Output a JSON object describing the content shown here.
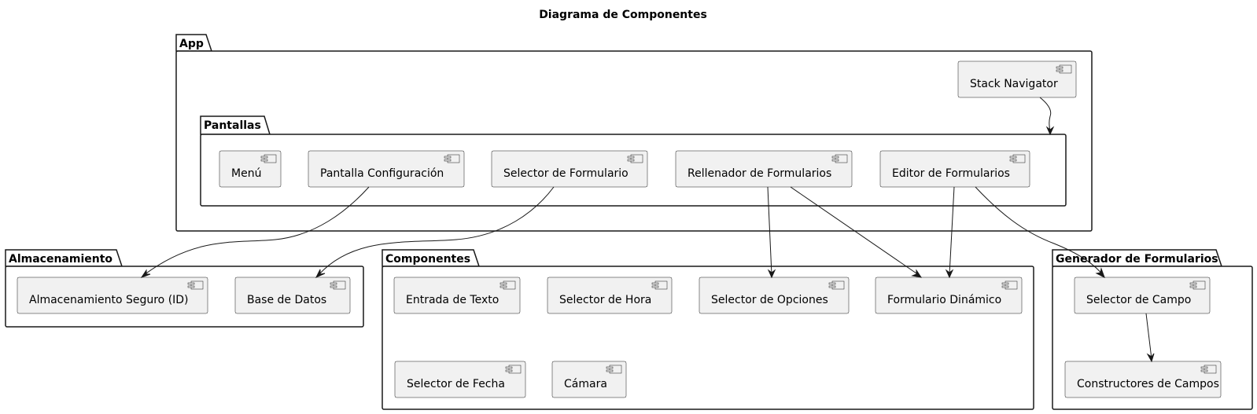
{
  "diagram": {
    "title": "Diagrama de Componentes",
    "packages": {
      "app": "App",
      "pantallas": "Pantallas",
      "almacenamiento": "Almacenamiento",
      "componentes": "Componentes",
      "generador": "Generador de Formularios"
    },
    "components": {
      "stack_navigator": "Stack Navigator",
      "menu": "Menú",
      "pantalla_config": "Pantalla Configuración",
      "selector_formulario": "Selector de Formulario",
      "rellenador": "Rellenador de Formularios",
      "editor": "Editor de Formularios",
      "alm_seguro": "Almacenamiento Seguro (ID)",
      "base_datos": "Base de Datos",
      "entrada_texto": "Entrada de Texto",
      "selector_hora": "Selector de Hora",
      "selector_opciones": "Selector de Opciones",
      "formulario_dinamico": "Formulario Dinámico",
      "selector_fecha": "Selector de Fecha",
      "camara": "Cámara",
      "selector_campo": "Selector de Campo",
      "constructores": "Constructores de Campos"
    },
    "edges": [
      {
        "from": "stack_navigator",
        "to": "pantallas"
      },
      {
        "from": "pantalla_config",
        "to": "alm_seguro"
      },
      {
        "from": "selector_formulario",
        "to": "base_datos"
      },
      {
        "from": "rellenador",
        "to": "selector_opciones"
      },
      {
        "from": "rellenador",
        "to": "formulario_dinamico"
      },
      {
        "from": "editor",
        "to": "formulario_dinamico"
      },
      {
        "from": "editor",
        "to": "selector_campo"
      },
      {
        "from": "selector_campo",
        "to": "constructores"
      }
    ]
  }
}
